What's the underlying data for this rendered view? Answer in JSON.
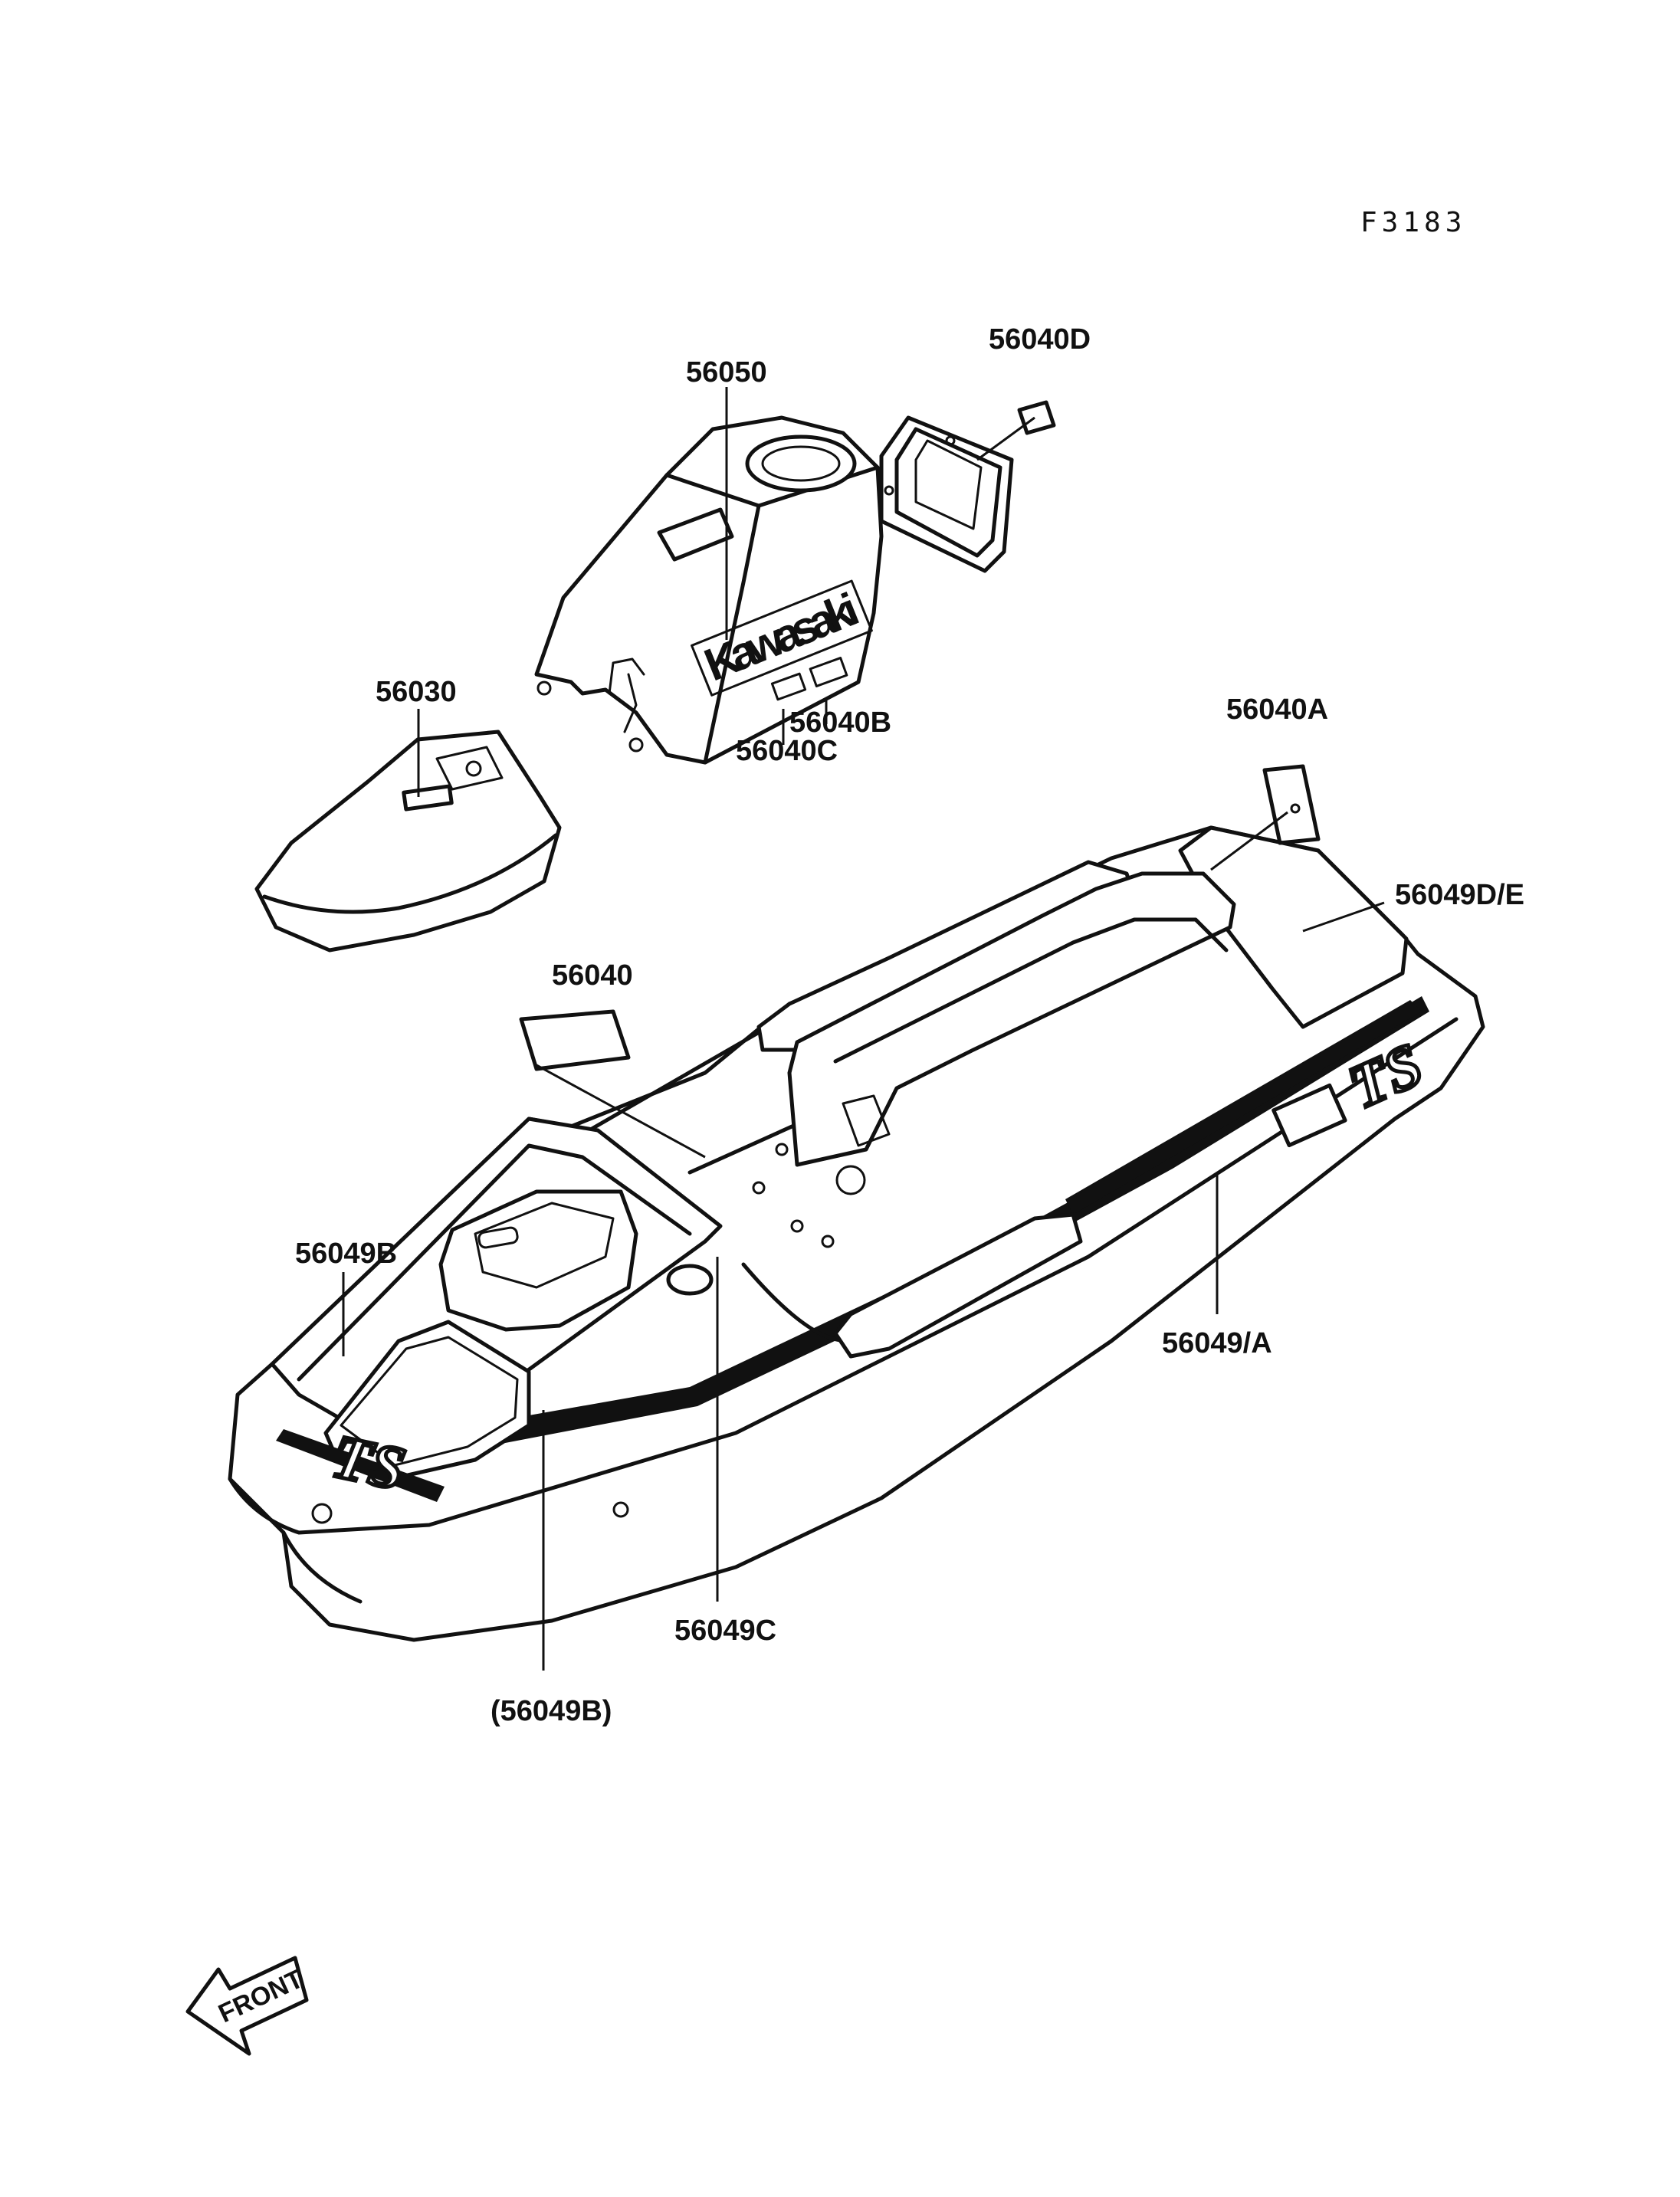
{
  "figure_code": "F3183",
  "parts": [
    {
      "id": "56050",
      "label": "56050"
    },
    {
      "id": "56040D",
      "label": "56040D"
    },
    {
      "id": "56030",
      "label": "56030"
    },
    {
      "id": "56040B",
      "label": "56040B"
    },
    {
      "id": "56040C",
      "label": "56040C"
    },
    {
      "id": "56040A",
      "label": "56040A"
    },
    {
      "id": "56049DE",
      "label": "56049D/E"
    },
    {
      "id": "56040",
      "label": "56040"
    },
    {
      "id": "56049B",
      "label": "56049B"
    },
    {
      "id": "56049A",
      "label": "56049/A"
    },
    {
      "id": "56049C",
      "label": "56049C"
    },
    {
      "id": "56049B-ref",
      "label": "(56049B)"
    }
  ],
  "decals": {
    "hood_brand": "Kawasaki",
    "hull_model": "TS"
  },
  "direction_arrow": "FRONT",
  "colors": {
    "ink": "#111111",
    "paper": "#ffffff"
  }
}
